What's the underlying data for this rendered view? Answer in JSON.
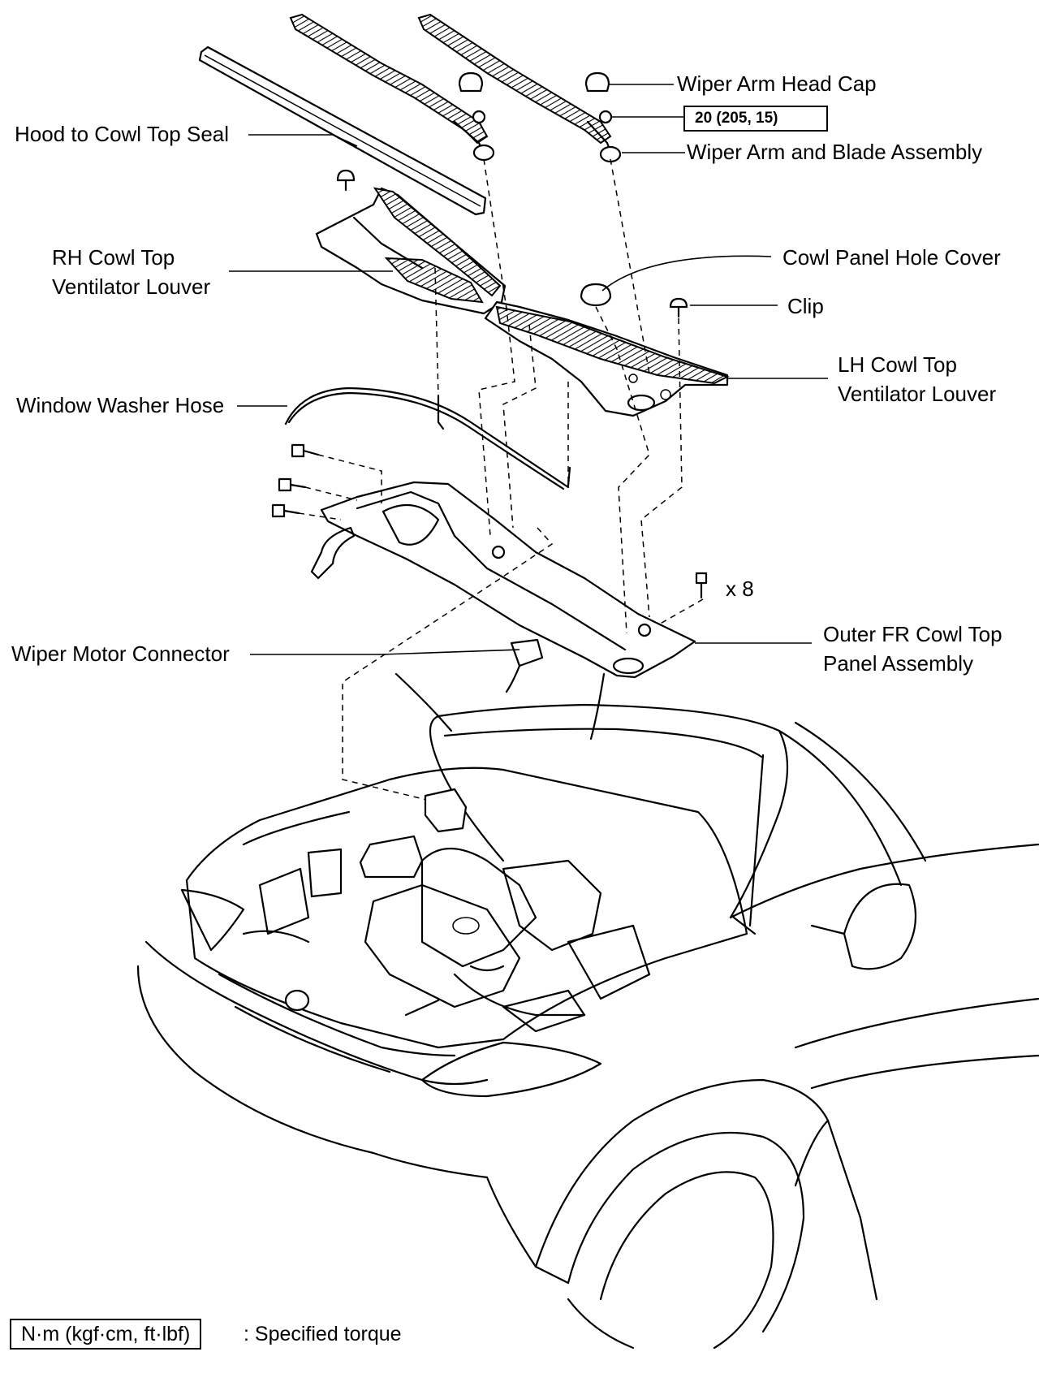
{
  "labels": {
    "wiper_arm_head_cap": "Wiper Arm Head Cap",
    "torque_value": "20 (205, 15)",
    "wiper_arm_blade_assembly": "Wiper Arm and Blade Assembly",
    "hood_cowl_seal": "Hood to Cowl Top Seal",
    "rh_louver_line1": "RH Cowl Top",
    "rh_louver_line2": "Ventilator Louver",
    "cowl_hole_cover": "Cowl Panel Hole Cover",
    "clip": "Clip",
    "lh_louver_line1": "LH Cowl Top",
    "lh_louver_line2": "Ventilator Louver",
    "washer_hose": "Window Washer Hose",
    "bolt_count": "x 8",
    "wiper_motor_connector": "Wiper Motor Connector",
    "outer_panel_line1": "Outer FR Cowl Top",
    "outer_panel_line2": "Panel Assembly"
  },
  "legend": {
    "unit_box": "N·m (kgf·cm, ft·lbf)",
    "description": ": Specified torque"
  }
}
